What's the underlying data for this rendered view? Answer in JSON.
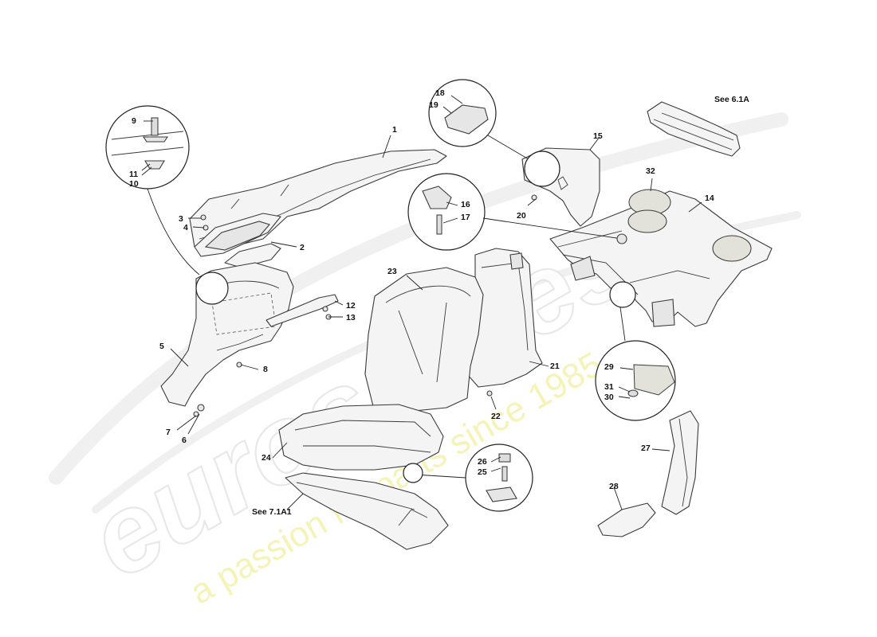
{
  "diagram": {
    "part_numbers": [
      "1",
      "2",
      "3",
      "4",
      "5",
      "6",
      "7",
      "8",
      "9",
      "10",
      "11",
      "12",
      "13",
      "14",
      "15",
      "16",
      "17",
      "18",
      "19",
      "20",
      "21",
      "22",
      "23",
      "24",
      "25",
      "26",
      "27",
      "28",
      "29",
      "30",
      "31",
      "32"
    ],
    "references": {
      "ref_6_1a": "See 6.1A",
      "ref_7_1a1": "See 7.1A1"
    }
  },
  "watermark": {
    "logo": "eurospares",
    "tagline": "a passion for parts since 1985"
  }
}
